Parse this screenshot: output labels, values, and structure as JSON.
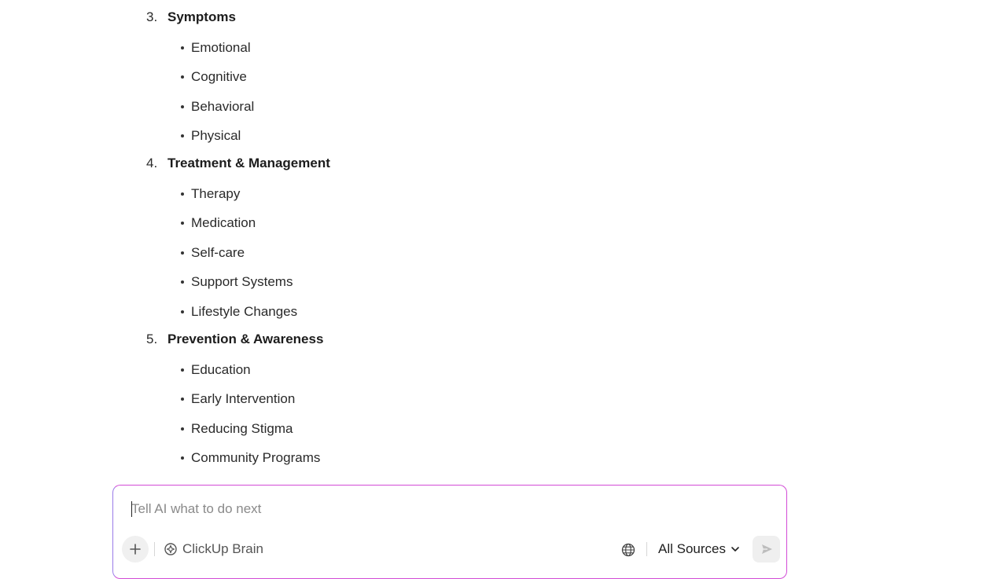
{
  "outline": {
    "sections": [
      {
        "number": "3.",
        "title": "Symptoms",
        "items": [
          "Emotional",
          "Cognitive",
          "Behavioral",
          "Physical"
        ]
      },
      {
        "number": "4.",
        "title": "Treatment & Management",
        "items": [
          "Therapy",
          "Medication",
          "Self-care",
          "Support Systems",
          "Lifestyle Changes"
        ]
      },
      {
        "number": "5.",
        "title": "Prevention & Awareness",
        "items": [
          "Education",
          "Early Intervention",
          "Reducing Stigma",
          "Community Programs"
        ]
      }
    ]
  },
  "composer": {
    "placeholder": "Tell AI what to do next",
    "value": "",
    "add_icon": "plus-icon",
    "brain_label": "ClickUp Brain",
    "brain_icon": "brain-icon",
    "globe_icon": "globe-icon",
    "sources_label": "All Sources",
    "sources_icon": "chevron-down-icon",
    "send_icon": "send-icon",
    "accent_color": "#d24bd6"
  }
}
